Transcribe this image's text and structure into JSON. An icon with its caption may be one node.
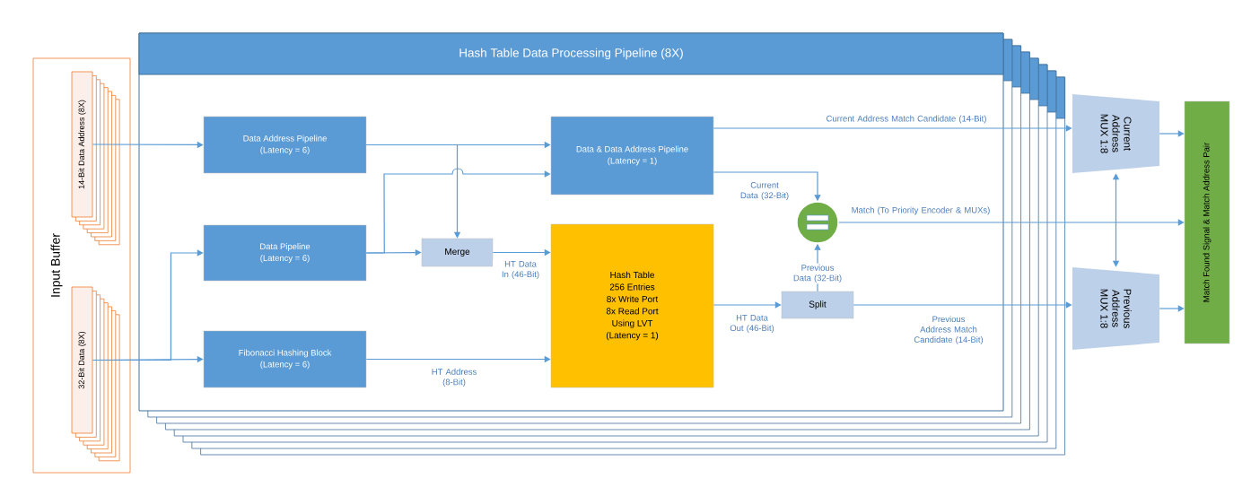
{
  "diagram": {
    "nodes": [
      {
        "text": [
          "Input Buffer"
        ]
      },
      {
        "text": [
          "14-Bit Data Address (8X)"
        ],
        "in": 0
      },
      {
        "text": [
          "32-Bit Data (8X)"
        ],
        "in": 0
      },
      {
        "text": [
          "Hash Table Data Processing Pipeline (8X)"
        ]
      },
      {
        "text": [
          "Data Address Pipeline",
          "(Latency = 6)"
        ],
        "in": 3
      },
      {
        "text": [
          "Data Pipeline",
          "(Latency = 6)"
        ],
        "in": 3
      },
      {
        "text": [
          "Fibonacci Hashing Block",
          "(Latency = 6)"
        ],
        "in": 3
      },
      {
        "text": [
          "Merge"
        ],
        "in": 3
      },
      {
        "text": [
          "Data & Data Address Pipeline",
          "(Latency = 1)"
        ],
        "in": 3
      },
      {
        "text": [
          "Hash Table",
          "256 Entries",
          "8x Write Port",
          "8x Read Port",
          "Using LVT",
          "(Latency = 1)"
        ],
        "in": 3
      },
      {
        "text": [],
        "shape": "circle",
        "in": 3
      },
      {
        "text": [
          "Split"
        ],
        "in": 3
      },
      {
        "text": [
          "Current Address MUX 1:8"
        ]
      },
      {
        "text": [
          "Previous Address MUX 1:8"
        ]
      },
      {
        "text": [
          "Match Found Signal & Match Address Pair"
        ]
      }
    ],
    "edges": [
      {
        "from": 1,
        "to": 4,
        "arrow": "to"
      },
      {
        "from": 2,
        "to": 5,
        "arrow": "to"
      },
      {
        "from": 2,
        "to": 6,
        "arrow": "to"
      },
      {
        "from": 4,
        "to": 8,
        "arrow": "to"
      },
      {
        "from": 4,
        "to": 7,
        "arrow": "to"
      },
      {
        "from": 5,
        "to": 7,
        "arrow": "to"
      },
      {
        "from": 5,
        "to": 8,
        "arrow": "to"
      },
      {
        "from": 7,
        "to": 9,
        "arrow": "to",
        "label": "HT Data In (46-Bit)"
      },
      {
        "from": 6,
        "to": 9,
        "arrow": "to",
        "label": "HT Address (8-Bit)"
      },
      {
        "from": 8,
        "to": 12,
        "arrow": "to",
        "label": "Current Address Match Candidate (14-Bit)"
      },
      {
        "from": 8,
        "to": 10,
        "arrow": "to",
        "label": "Current Data (32-Bit)"
      },
      {
        "from": 9,
        "to": 11,
        "arrow": "to",
        "label": "HT Data Out (46-Bit)"
      },
      {
        "from": 11,
        "to": 10,
        "arrow": "to",
        "label": "Previous Data (32-Bit)"
      },
      {
        "from": 11,
        "to": 13,
        "arrow": "to",
        "label": "Previous Address Match Candidate (14-Bit)"
      },
      {
        "from": 10,
        "to": 14,
        "arrow": "to",
        "label": "Match (To Priority Encoder & MUXs)"
      },
      {
        "from": 12,
        "to": 13,
        "arrow": "both"
      },
      {
        "from": 12,
        "to": 14,
        "arrow": "to"
      },
      {
        "from": 13,
        "to": 14,
        "arrow": "to"
      }
    ]
  }
}
